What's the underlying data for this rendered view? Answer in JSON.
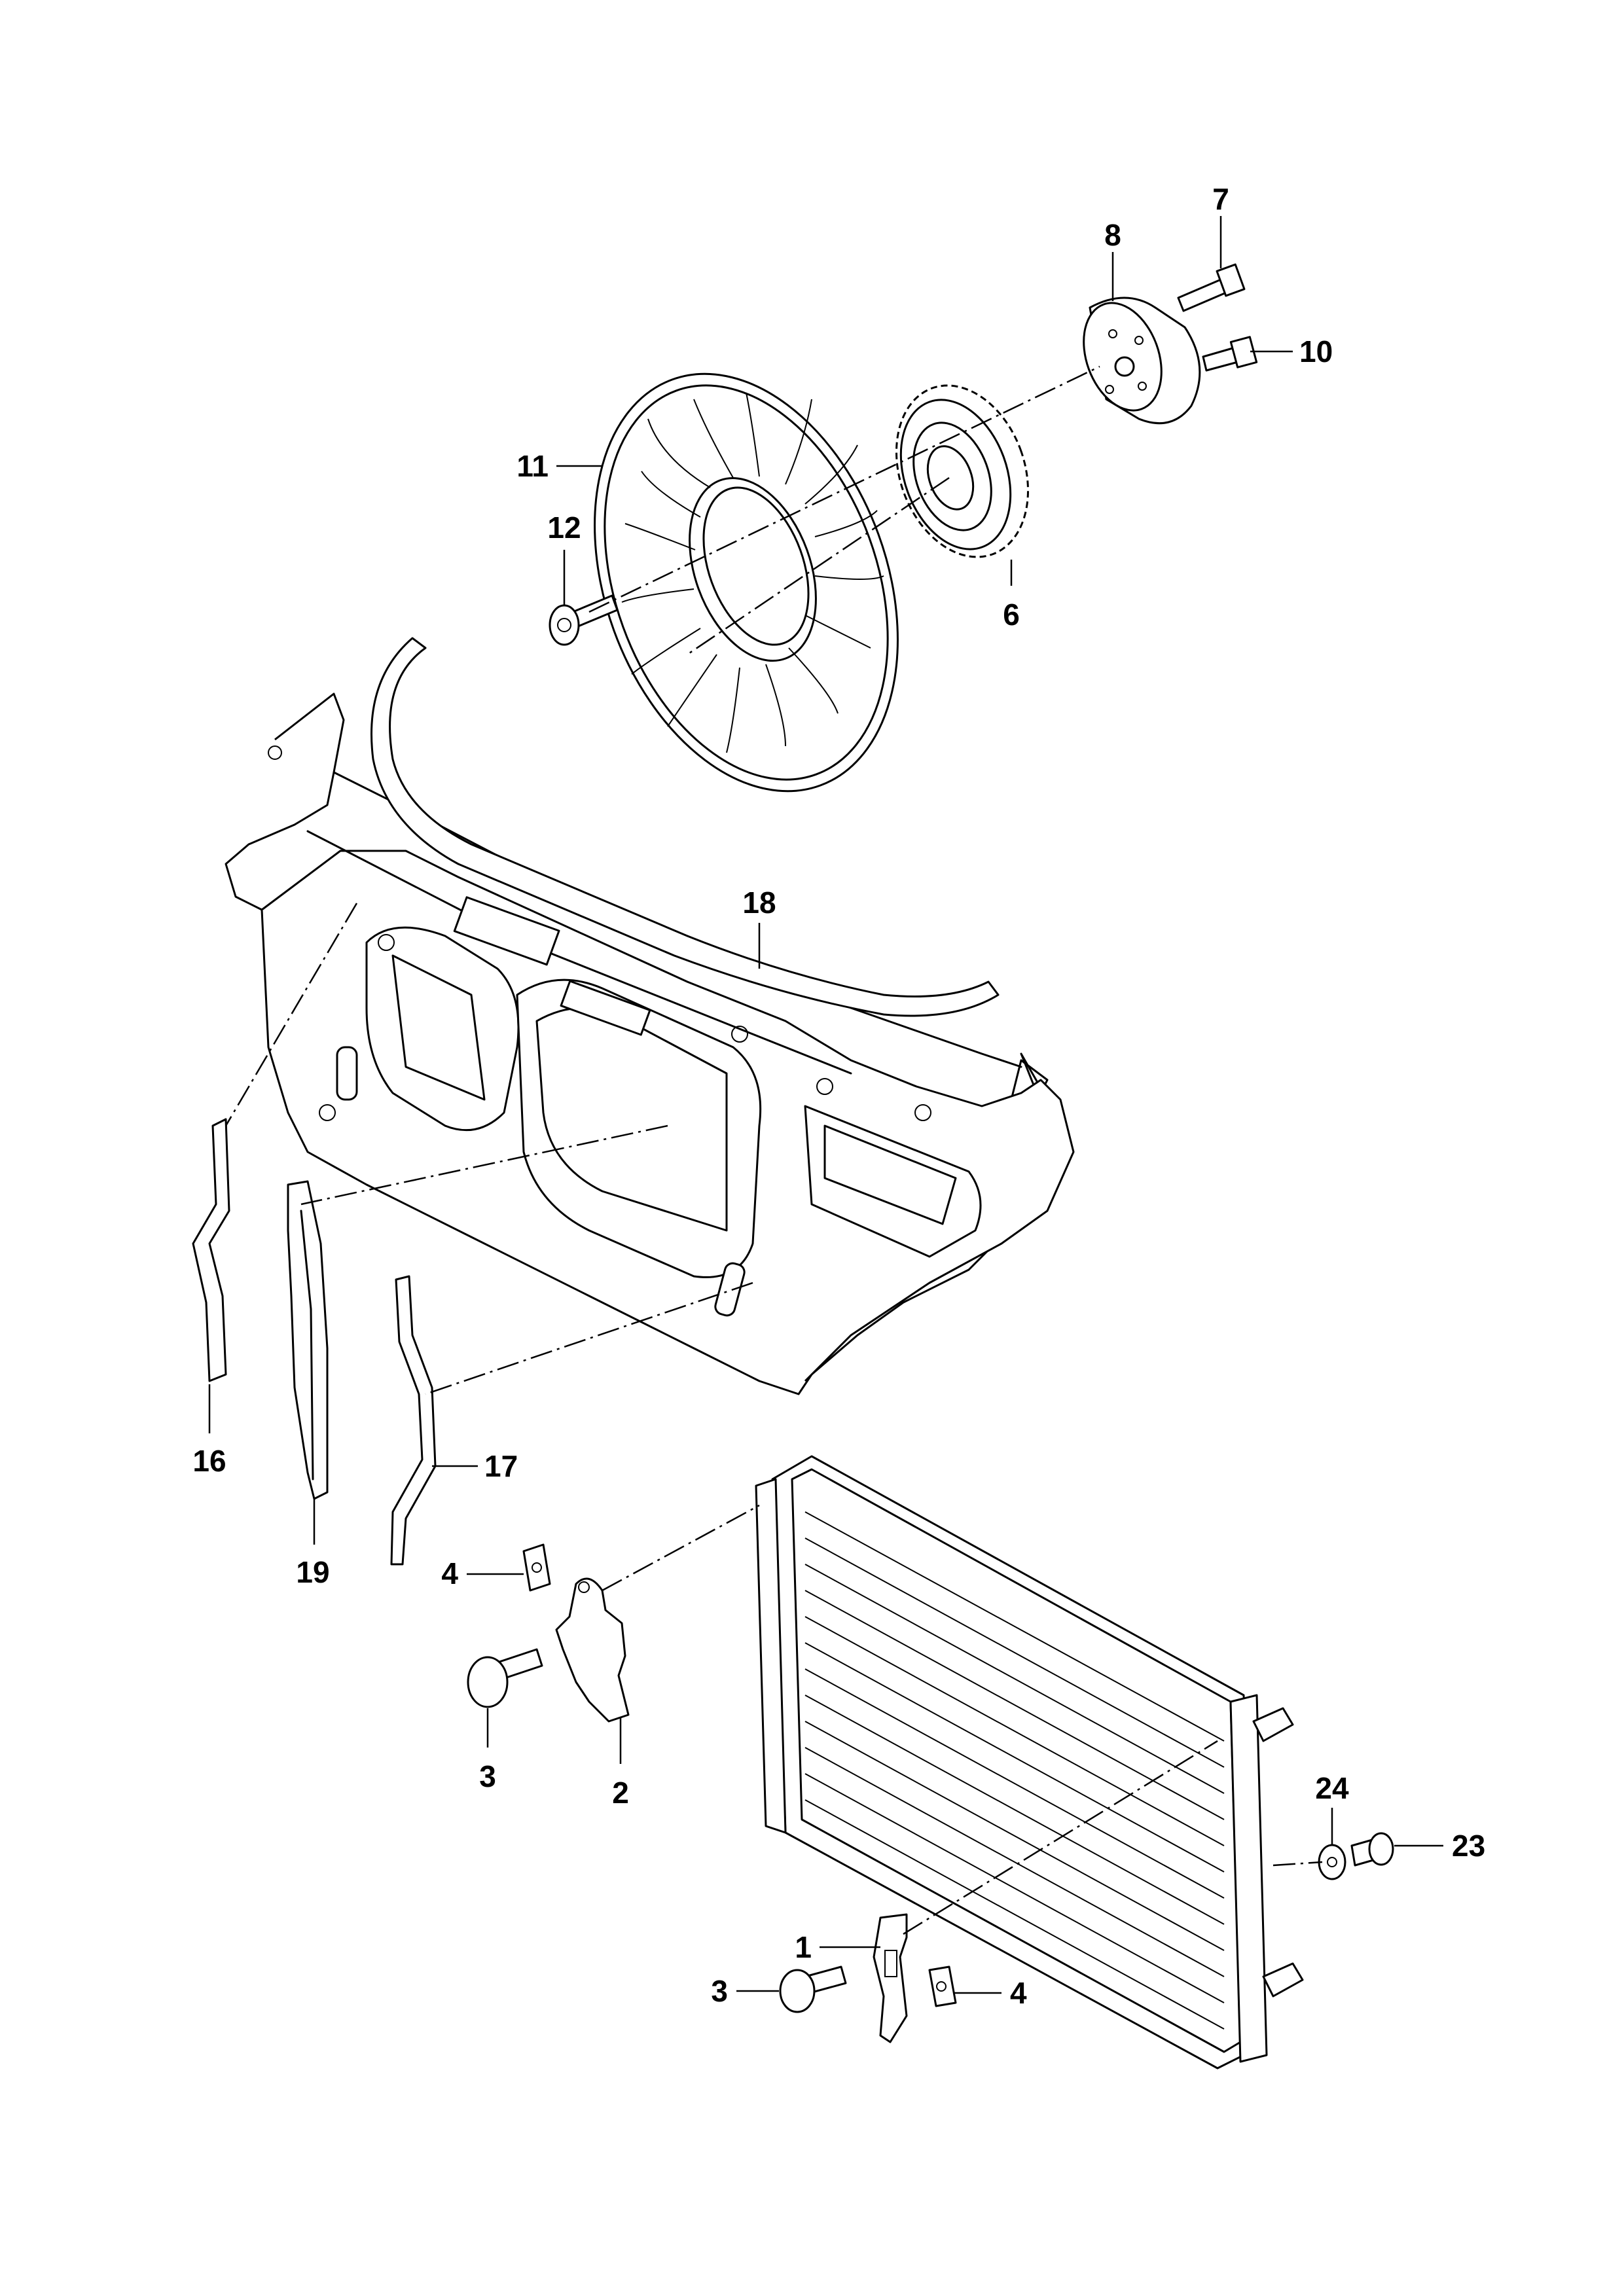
{
  "diagram": {
    "callouts": [
      {
        "id": "c1",
        "text": "1"
      },
      {
        "id": "c2",
        "text": "2"
      },
      {
        "id": "c3a",
        "text": "3"
      },
      {
        "id": "c3b",
        "text": "3"
      },
      {
        "id": "c4a",
        "text": "4"
      },
      {
        "id": "c4b",
        "text": "4"
      },
      {
        "id": "c6",
        "text": "6"
      },
      {
        "id": "c7",
        "text": "7"
      },
      {
        "id": "c8",
        "text": "8"
      },
      {
        "id": "c10",
        "text": "10"
      },
      {
        "id": "c11",
        "text": "11"
      },
      {
        "id": "c12",
        "text": "12"
      },
      {
        "id": "c16",
        "text": "16"
      },
      {
        "id": "c17",
        "text": "17"
      },
      {
        "id": "c18",
        "text": "18"
      },
      {
        "id": "c19",
        "text": "19"
      },
      {
        "id": "c23",
        "text": "23"
      },
      {
        "id": "c24",
        "text": "24"
      }
    ]
  }
}
